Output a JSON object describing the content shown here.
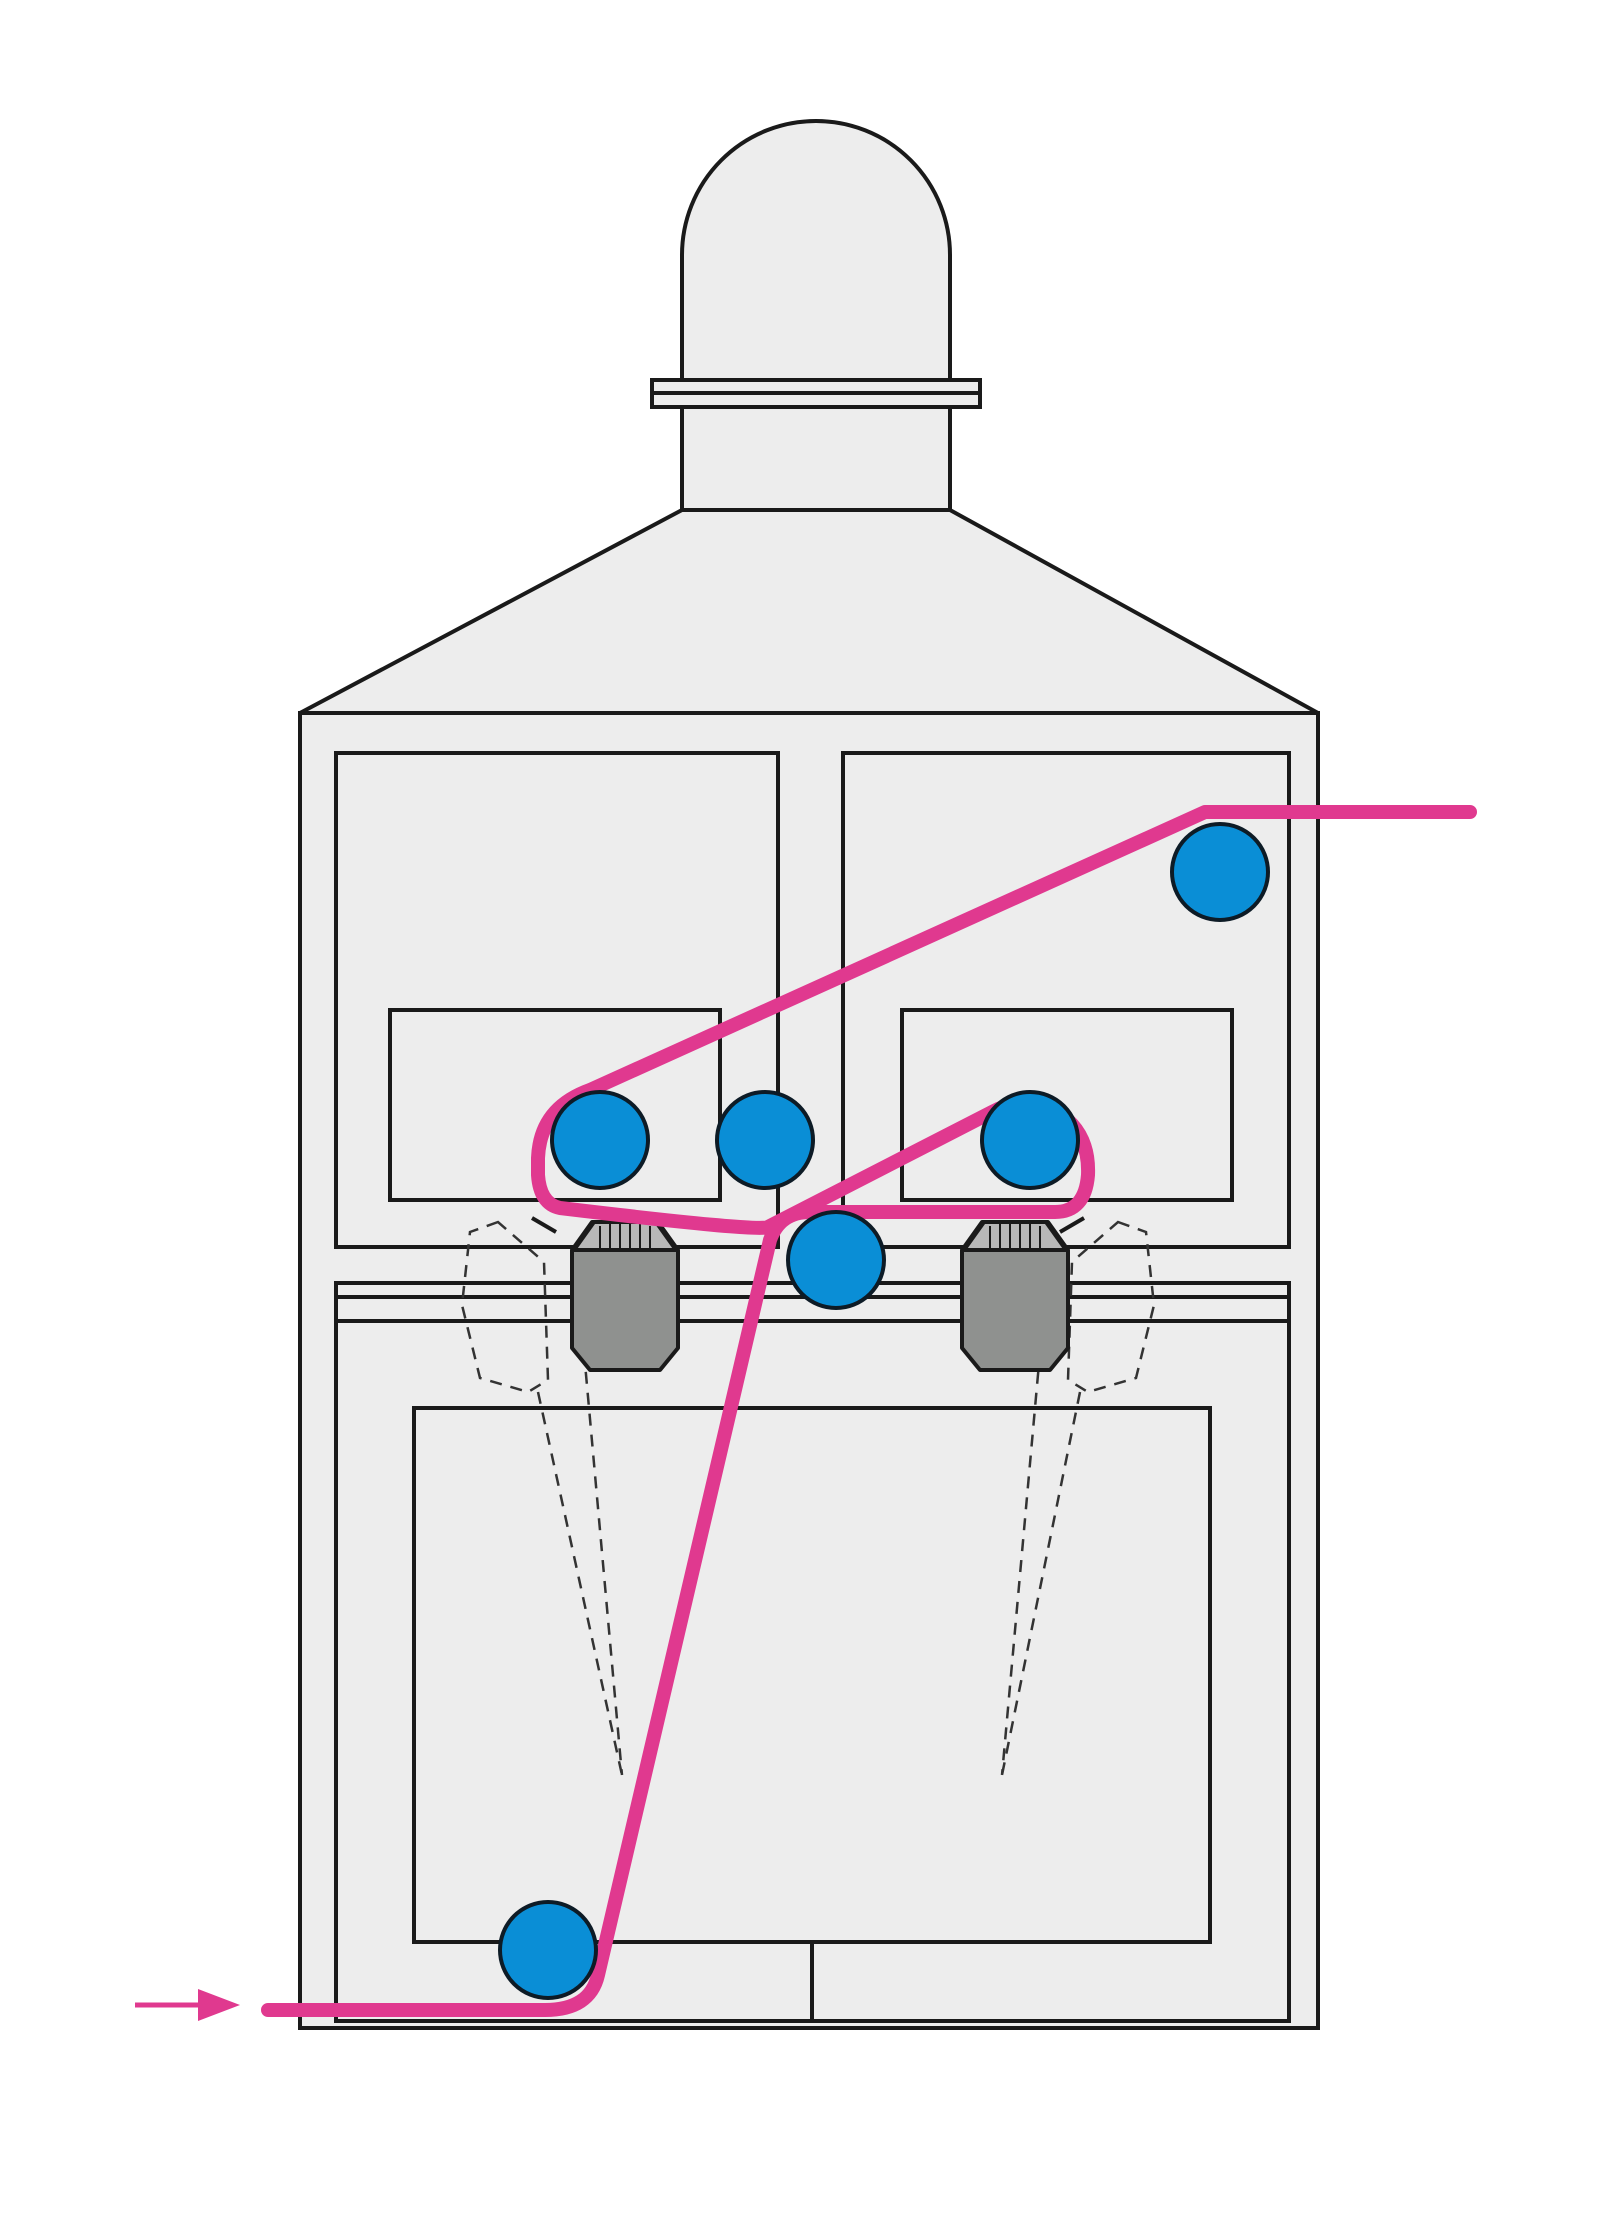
{
  "colors": {
    "background": "#ffffff",
    "machine_fill": "#ededed",
    "machine_stroke": "#1a1a1a",
    "web_path": "#e0398f",
    "roller_fill": "#0a8ed6",
    "roller_stroke": "#0d1b26",
    "head_fill": "#8f918f",
    "dashed": "#333333"
  },
  "icons": {
    "inlet_arrow": "arrow-right-icon"
  },
  "rollers": [
    {
      "name": "inlet-roller"
    },
    {
      "name": "upper-left-roller"
    },
    {
      "name": "upper-center-roller"
    },
    {
      "name": "upper-right-roller"
    },
    {
      "name": "lower-center-roller"
    },
    {
      "name": "outlet-roller"
    }
  ]
}
